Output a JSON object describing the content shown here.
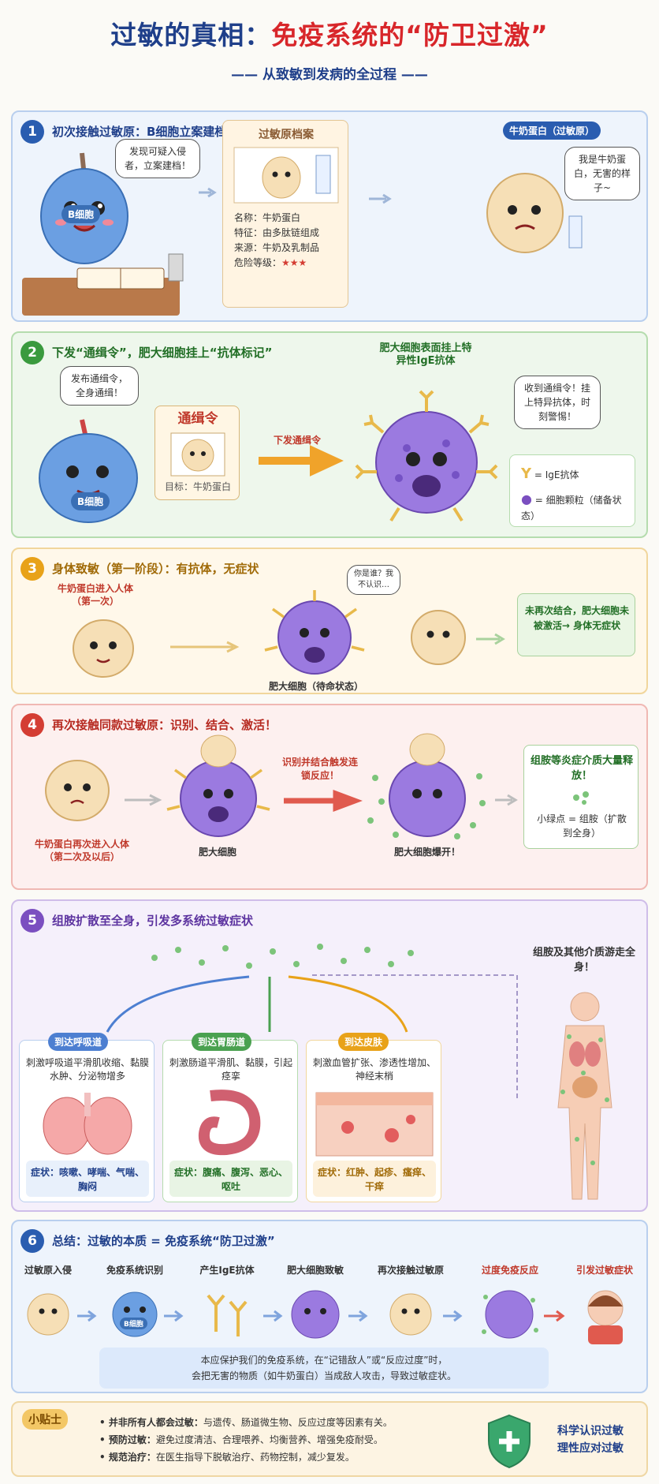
{
  "header": {
    "title_a": "过敏的真相：",
    "title_b": "免疫系统的“防卫过激”",
    "subtitle": "—— 从致敏到发病的全过程 ——"
  },
  "colors": {
    "navy": "#1f3f8a",
    "red": "#d8262a",
    "green": "#3a9a3e",
    "orange": "#e8a219",
    "purple": "#7b4fc0"
  },
  "s1": {
    "num": "1",
    "title": "初次接触过敏原：B细胞立案建档",
    "cell_badge": "B细胞",
    "bubble_b": "发现可疑入侵者，立案建档！",
    "file_title": "过敏原档案",
    "file_rows": [
      {
        "k": "名称：",
        "v": "牛奶蛋白"
      },
      {
        "k": "特征：",
        "v": "由多肽链组成"
      },
      {
        "k": "来源：",
        "v": "牛奶及乳制品"
      },
      {
        "k": "危险等级：",
        "v": "★★★"
      }
    ],
    "allergen_chip": "牛奶蛋白（过敏原）",
    "bubble_a": "我是牛奶蛋白，无害的样子~"
  },
  "s2": {
    "num": "2",
    "title": "下发“通缉令”，肥大细胞挂上“抗体标记”",
    "bubble_b": "发布通缉令，全身通缉！",
    "cell_badge": "B细胞",
    "notice_title": "通缉令",
    "notice_target": "目标：牛奶蛋白",
    "arrow_label": "下发通缉令",
    "mast_label": "肥大细胞表面挂上特异性IgE抗体",
    "bubble_m": "收到通缉令！挂上特异抗体，时刻警惕！",
    "legend": [
      {
        "sym": "Y",
        "text": "= IgE抗体"
      },
      {
        "sym": "●",
        "text": "= 细胞颗粒（储备状态）"
      }
    ]
  },
  "s3": {
    "num": "3",
    "title": "身体致敏（第一阶段）：有抗体，无症状",
    "enter_label": "牛奶蛋白进入人体（第一次）",
    "bubble_q": "你是谁？我不认识…",
    "mast_label": "肥大细胞（待命状态）",
    "result": "未再次结合，肥大细胞未被激活→ 身体无症状"
  },
  "s4": {
    "num": "4",
    "title": "再次接触同款过敏原：识别、结合、激活！",
    "enter_label": "牛奶蛋白再次进入人体（第二次及以后）",
    "mast_label": "肥大细胞",
    "arrow_label": "识别并结合触发连锁反应！",
    "burst_label": "肥大细胞爆开！",
    "result_title": "组胺等炎症介质大量释放！",
    "result_note": "小绿点 = 组胺（扩散到全身）"
  },
  "s5": {
    "num": "5",
    "title": "组胺扩散至全身，引发多系统过敏症状",
    "spread_note": "组胺及其他介质游走全身！",
    "organs": [
      {
        "title": "到达呼吸道",
        "desc": "刺激呼吸道平滑肌收缩、黏膜水肿、分泌物增多",
        "symptom": "症状：咳嗽、哮喘、气喘、胸闷"
      },
      {
        "title": "到达胃肠道",
        "desc": "刺激肠道平滑肌、黏膜，引起痉挛",
        "symptom": "症状：腹痛、腹泻、恶心、呕吐"
      },
      {
        "title": "到达皮肤",
        "desc": "刺激血管扩张、渗透性增加、神经末梢",
        "symptom": "症状：红肿、起疹、瘙痒、干痒"
      }
    ]
  },
  "s6": {
    "num": "6",
    "title": "总结：过敏的本质 = 免疫系统“防卫过激”",
    "steps": [
      "过敏原入侵",
      "免疫系统识别",
      "产生IgE抗体",
      "肥大细胞致敏",
      "再次接触过敏原",
      "过度免疫反应",
      "引发过敏症状"
    ],
    "cell_badge": "B细胞",
    "summary_1": "本应保护我们的免疫系统，在“记错敌人”或“反应过度”时，",
    "summary_2": "会把无害的物质（如牛奶蛋白）当成敌人攻击，导致过敏症状。"
  },
  "tips": {
    "title": "小贴士",
    "items": [
      {
        "k": "• 并非所有人都会过敏：",
        "v": "与遗传、肠道微生物、反应过度等因素有关。"
      },
      {
        "k": "• 预防过敏：",
        "v": "避免过度清洁、合理喂养、均衡营养、增强免疫耐受。"
      },
      {
        "k": "• 规范治疗：",
        "v": "在医生指导下脱敏治疗、药物控制，减少复发。"
      }
    ],
    "slogan_1": "科学认识过敏",
    "slogan_2": "理性应对过敏"
  }
}
